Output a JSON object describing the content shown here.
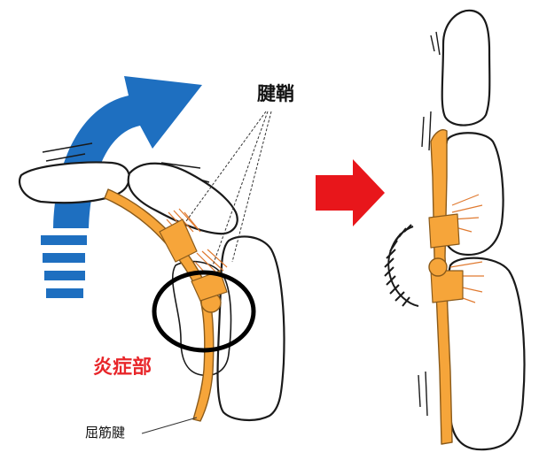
{
  "labels": {
    "tendon_sheath": "腱鞘",
    "inflammation_site": "炎症部",
    "flexor_tendon": "屈筋腱"
  },
  "colors": {
    "tendon": "#f6a53a",
    "tendon_edge": "#8a5a1a",
    "arrow_blue": "#1e6fc0",
    "arrow_red": "#e8161b",
    "inflammation_text": "#e8262a",
    "bone_outline": "#1a1a1a",
    "circle": "#000000"
  },
  "icons": {
    "motion_arrow": "curved-blue-arrow-icon",
    "transition_arrow": "red-right-arrow-icon",
    "snap_mark": "spring-zigzag-icon"
  }
}
